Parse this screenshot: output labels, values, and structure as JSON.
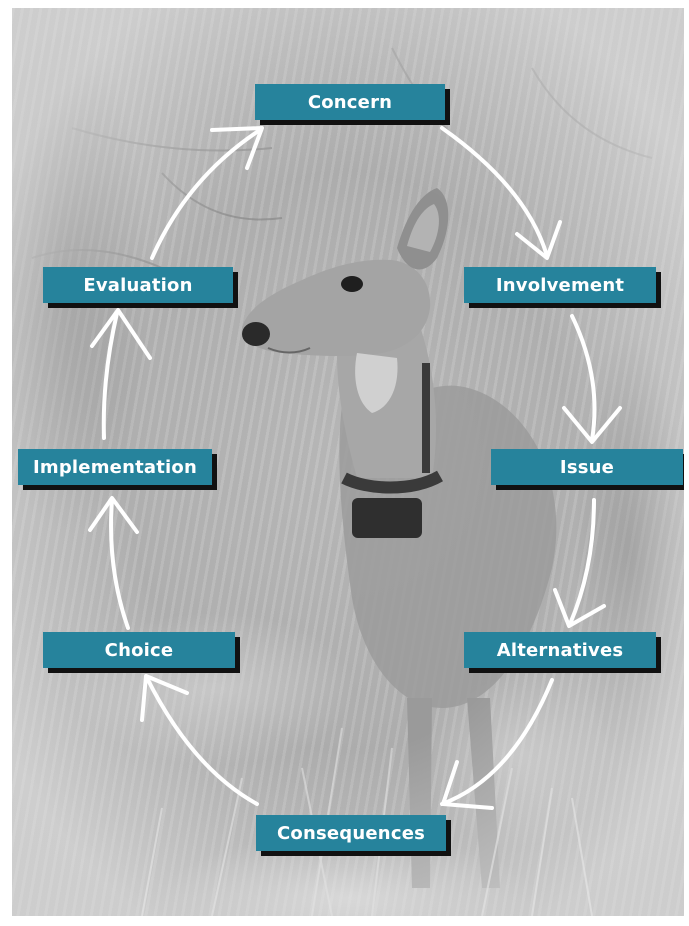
{
  "diagram": {
    "nodes": [
      {
        "id": "concern",
        "label": "Concern"
      },
      {
        "id": "involvement",
        "label": "Involvement"
      },
      {
        "id": "issue",
        "label": "Issue"
      },
      {
        "id": "alternatives",
        "label": "Alternatives"
      },
      {
        "id": "consequences",
        "label": "Consequences"
      },
      {
        "id": "choice",
        "label": "Choice"
      },
      {
        "id": "implementation",
        "label": "Implementation"
      },
      {
        "id": "evaluation",
        "label": "Evaluation"
      }
    ],
    "edges": [
      {
        "from": "concern",
        "to": "involvement"
      },
      {
        "from": "involvement",
        "to": "issue"
      },
      {
        "from": "issue",
        "to": "alternatives"
      },
      {
        "from": "alternatives",
        "to": "consequences"
      },
      {
        "from": "consequences",
        "to": "choice"
      },
      {
        "from": "choice",
        "to": "implementation"
      },
      {
        "from": "implementation",
        "to": "evaluation"
      },
      {
        "from": "evaluation",
        "to": "concern"
      }
    ],
    "colors": {
      "node_fill": "#26839c",
      "node_shadow": "#111111",
      "node_text": "#ffffff",
      "arrow": "#ffffff"
    },
    "background_image": "grayscale photo of a white-tailed deer wearing a radio collar in a forest"
  }
}
